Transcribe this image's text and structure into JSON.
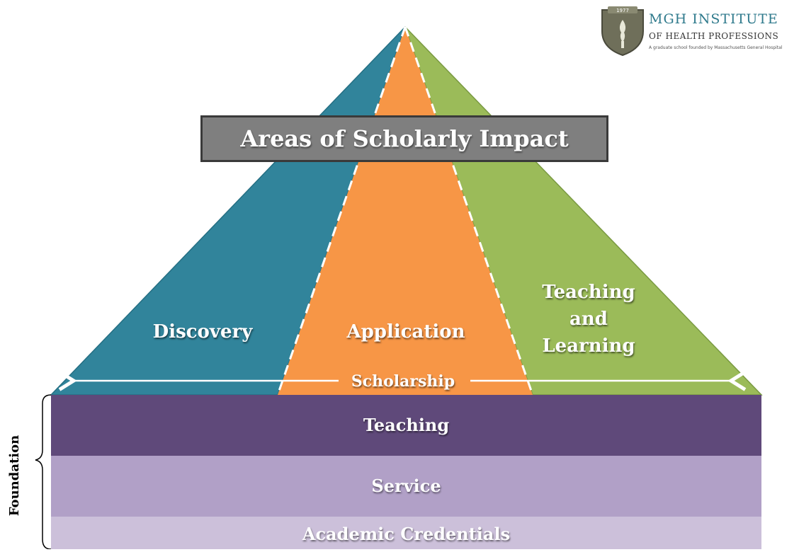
{
  "title": "Areas of Scholarly Impact",
  "sections": {
    "discovery": "Discovery",
    "application": "Application",
    "teaching_learning": [
      "Teaching",
      "and",
      "Learning"
    ]
  },
  "scholarship_label": "Scholarship",
  "bands": {
    "teaching": "Teaching",
    "service": "Service",
    "credentials": "Academic Credentials"
  },
  "foundation_label": "Foundation",
  "logo": {
    "line1": "MGH INSTITUTE",
    "line2": "OF HEALTH PROFESSIONS",
    "tagline": "A graduate school founded by Massachusetts General Hospital",
    "seal_year": "1977"
  },
  "colors": {
    "discovery": "#31849b",
    "application": "#f79646",
    "teaching_learning": "#9bbb59",
    "teaching_band": "#5f497a",
    "service_band": "#b1a0c7",
    "credentials_band": "#ccc0da",
    "title_box": "#7f7f7f"
  }
}
